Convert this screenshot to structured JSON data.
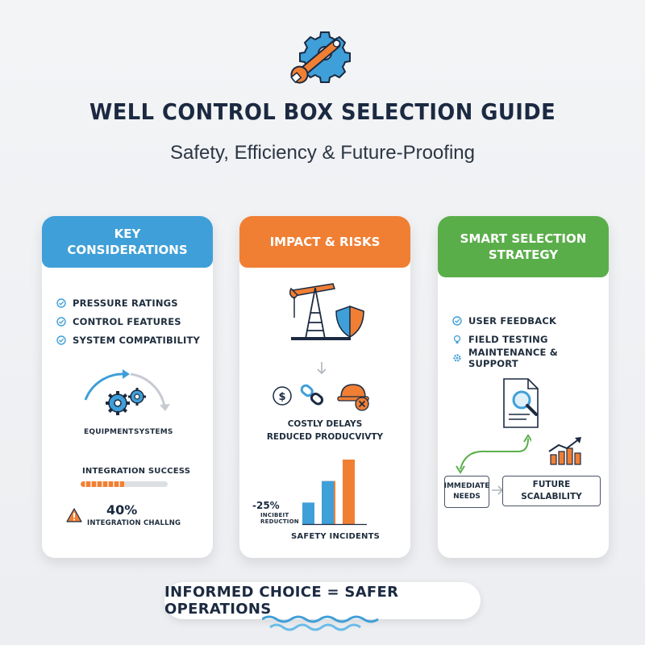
{
  "header": {
    "title": "WELL CONTROL BOX SELECTION GUIDE",
    "subtitle": "Safety, Efficiency & Future-Proofing",
    "hero_icon": "wrench-gear-icon"
  },
  "cards": [
    {
      "heading": "KEY CONSIDERATIONS",
      "color": "#3f9fd8",
      "items": [
        "PRESSURE RATINGS",
        "CONTROL FEATURES",
        "SYSTEM COMPATIBILITY"
      ],
      "cycle_labels": [
        "EQUIPMENT",
        "SYSTEMS"
      ],
      "integration_label": "INTEGRATION SUCCESS",
      "integration_progress": 0.52,
      "challenge_value": "40%",
      "challenge_label": "INTEGRATION CHALLNG"
    },
    {
      "heading": "IMPACT & RISKS",
      "color": "#f07f34",
      "risks": [
        "COSTLY DELAYS",
        "REDUCED PRODUCVIVTY"
      ],
      "reduction_value": "-25%",
      "reduction_label_1": "INCIBEIT",
      "reduction_label_2": "REDUCTION",
      "chart_caption": "SAFETY INCIDENTS"
    },
    {
      "heading": "SMART SELECTION STRATEGY",
      "color": "#5aae4a",
      "items": [
        "USER FEEDBACK",
        "FIELD TESTING",
        "MAINTENANCE & SUPPORT"
      ],
      "needs_label": "IMMEDIATE NEEDS",
      "scalability_label": "FUTURE SCALABILITY"
    }
  ],
  "chart_data": {
    "type": "bar",
    "title": "SAFETY INCIDENTS",
    "series": [
      {
        "values": [
          1,
          2
        ]
      },
      {
        "values": [
          2,
          3
        ]
      }
    ]
  },
  "footer": {
    "tagline": "INFORMED CHOICE = SAFER OPERATIONS"
  }
}
